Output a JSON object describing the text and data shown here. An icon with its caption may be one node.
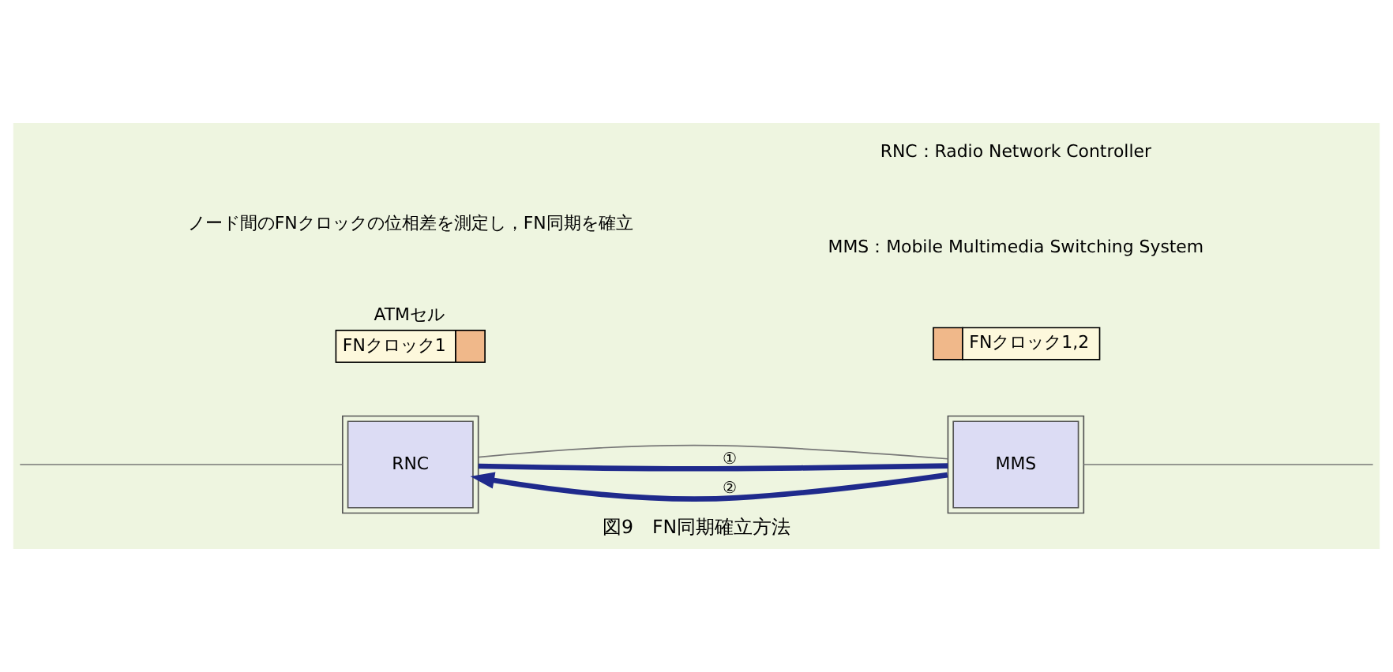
{
  "diagram": {
    "caption": "図9　FN同期確立方法",
    "nodes": [
      {
        "text": [
          "RNC"
        ]
      },
      {
        "text": [
          "MMS"
        ]
      },
      {
        "text": [
          "ATMセル",
          "FNクロック1"
        ]
      },
      {
        "text": [
          "FNクロック1,2"
        ]
      }
    ],
    "edges": [
      {
        "from": null,
        "to": 0,
        "arrow": "none"
      },
      {
        "from": 0,
        "to": 1,
        "arrow": "none"
      },
      {
        "from": 1,
        "to": null,
        "arrow": "none"
      },
      {
        "from": 0,
        "to": 1,
        "arrow": "none",
        "label": "①",
        "style": "thick",
        "color": "#1f2a8c"
      },
      {
        "from": 1,
        "to": 0,
        "arrow": "to",
        "label": "②",
        "style": "thick",
        "color": "#1f2a8c"
      }
    ],
    "labels": [
      "ノード間のFNクロックの位相差を測定し，FN同期を確立",
      "MMS：Mobile Multimedia Switching System",
      "RNC：Radio Network Controller"
    ]
  }
}
